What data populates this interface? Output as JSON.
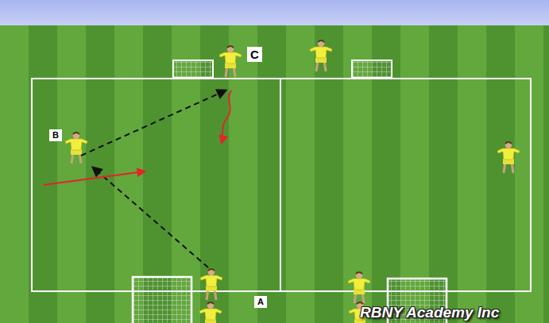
{
  "diagram": {
    "labels": [
      "C",
      "B",
      "A",
      "RBNY Academy Inc"
    ]
  }
}
